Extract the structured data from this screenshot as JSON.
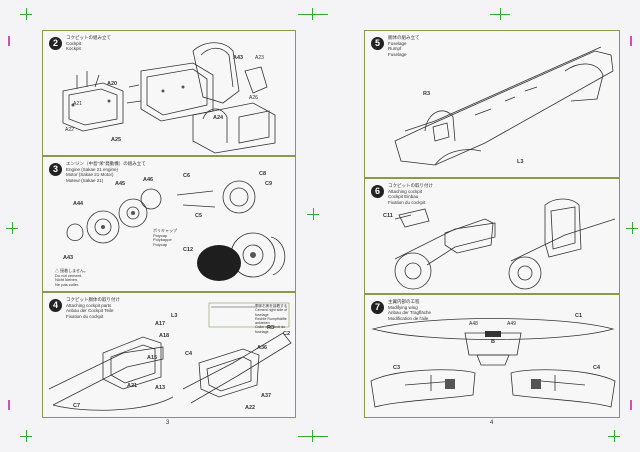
{
  "left_page": {
    "page_number": "3",
    "step2": {
      "number": "2",
      "title": "コクピットの組み立て\nCockpit\nKockpit",
      "labels": [
        "A20",
        "A24",
        "A25",
        "A43",
        "A21",
        "A22",
        "A23",
        "A26"
      ]
    },
    "step3": {
      "number": "3",
      "title": "エンジン（中島\"栄\"発動機）の組み立て\nEngine (Sakae 21 engine)\nMotor (Sakae 21 Motor)\nMoteur (Sakae 21)",
      "labels": [
        "A44",
        "A45",
        "A46",
        "A43",
        "C6",
        "C8",
        "C9",
        "C5",
        "C12"
      ],
      "note_label": "ポリキャップ\nPolycap\nPolykappe\nPolycap",
      "warning_text": "△ 接着しません。\nDo not cement.\nNicht kleben.\nNe pas coller."
    },
    "step4": {
      "number": "4",
      "title": "コクピット胴体の取り付け\nAttaching cockpit parts\nAnbau der Cockpit Teile\nFixation du cockpit",
      "labels": [
        "L3",
        "A18",
        "A17",
        "A15",
        "A13",
        "A21",
        "C7",
        "C4",
        "A36",
        "A37",
        "A22",
        "R3",
        "C2"
      ],
      "inset_title": "胴体右側を接着する\nCement right side of fuselage\nRechte Rumpfhälfte ankleben\nColler côté droit du fuselage"
    }
  },
  "right_page": {
    "page_number": "4",
    "step5": {
      "number": "5",
      "title": "胴体の組み立て\nFuselage\nRumpf\nFuselage",
      "labels": [
        "R3",
        "L3"
      ]
    },
    "step6": {
      "number": "6",
      "title": "コクピットの取り付け\nAttaching cockpit\nCockpit Einbau\nFixation du cockpit",
      "labels": [
        "C11"
      ]
    },
    "step7": {
      "number": "7",
      "title": "主翼内部の工程\nModifying wing\nAnbau der Tragfläche\nModification de l'aile",
      "labels": [
        "C1",
        "C3",
        "C4",
        "B",
        "A48",
        "A49"
      ]
    }
  },
  "colors": {
    "panel_border": "#8a9a4a",
    "registration_mark": "#33aa33",
    "magenta_mark": "#d04fb3",
    "background": "#f4f3f6"
  }
}
